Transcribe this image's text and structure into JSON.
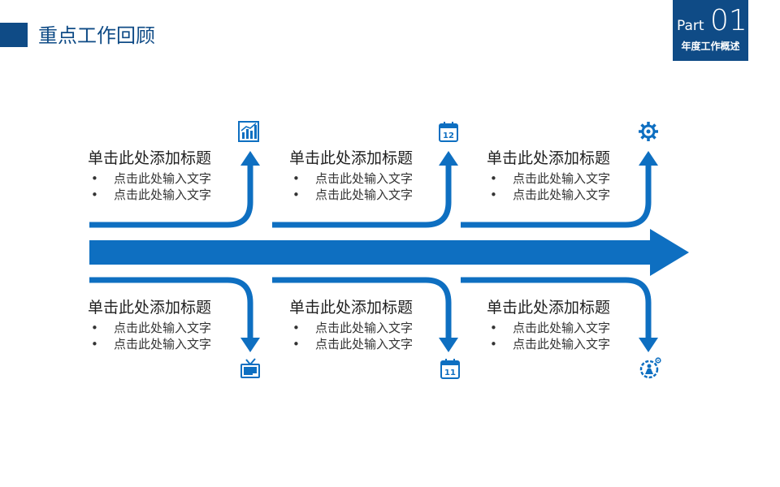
{
  "header": {
    "title": "重点工作回顾"
  },
  "part": {
    "word": "Part",
    "number": "01",
    "subtitle": "年度工作概述"
  },
  "blocks": [
    {
      "title": "单击此处添加标题",
      "bullets": [
        "点击此处输入文字",
        "点击此处输入文字"
      ]
    },
    {
      "title": "单击此处添加标题",
      "bullets": [
        "点击此处输入文字",
        "点击此处输入文字"
      ]
    },
    {
      "title": "单击此处添加标题",
      "bullets": [
        "点击此处输入文字",
        "点击此处输入文字"
      ]
    },
    {
      "title": "单击此处添加标题",
      "bullets": [
        "点击此处输入文字",
        "点击此处输入文字"
      ]
    },
    {
      "title": "单击此处添加标题",
      "bullets": [
        "点击此处输入文字",
        "点击此处输入文字"
      ]
    },
    {
      "title": "单击此处添加标题",
      "bullets": [
        "点击此处输入文字",
        "点击此处输入文字"
      ]
    }
  ],
  "icons": {
    "calendar_top": "12",
    "calendar_bottom": "11",
    "names": [
      "bar-chart-icon",
      "calendar-icon",
      "gear-icon",
      "tv-icon",
      "calendar-icon",
      "gear-person-icon"
    ]
  },
  "colors": {
    "primary": "#0f4b86",
    "arrow": "#0e6fc1"
  }
}
